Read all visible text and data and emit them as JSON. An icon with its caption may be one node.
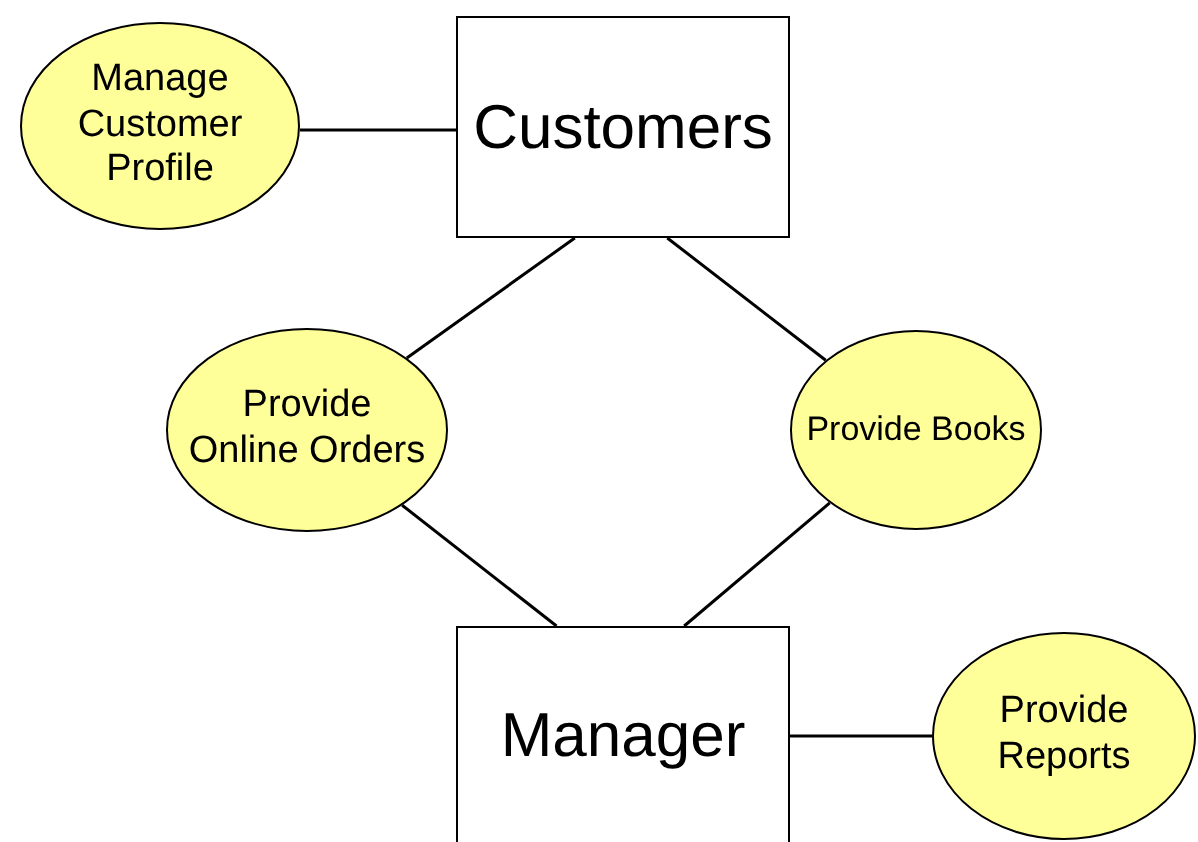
{
  "diagram": {
    "nodes": [
      {
        "text": [
          "Manage Customer Profile"
        ]
      },
      {
        "text": [
          "Customers"
        ]
      },
      {
        "text": [
          "Provide Online Orders"
        ]
      },
      {
        "text": [
          "Provide Books"
        ]
      },
      {
        "text": [
          "Manager"
        ]
      },
      {
        "text": [
          "Provide Reports"
        ]
      }
    ],
    "edges": [
      {
        "from": 0,
        "to": 1,
        "arrow": "none"
      },
      {
        "from": 1,
        "to": 2,
        "arrow": "none"
      },
      {
        "from": 1,
        "to": 3,
        "arrow": "none"
      },
      {
        "from": 2,
        "to": 4,
        "arrow": "none"
      },
      {
        "from": 3,
        "to": 4,
        "arrow": "none"
      },
      {
        "from": 4,
        "to": 5,
        "arrow": "none"
      }
    ]
  }
}
